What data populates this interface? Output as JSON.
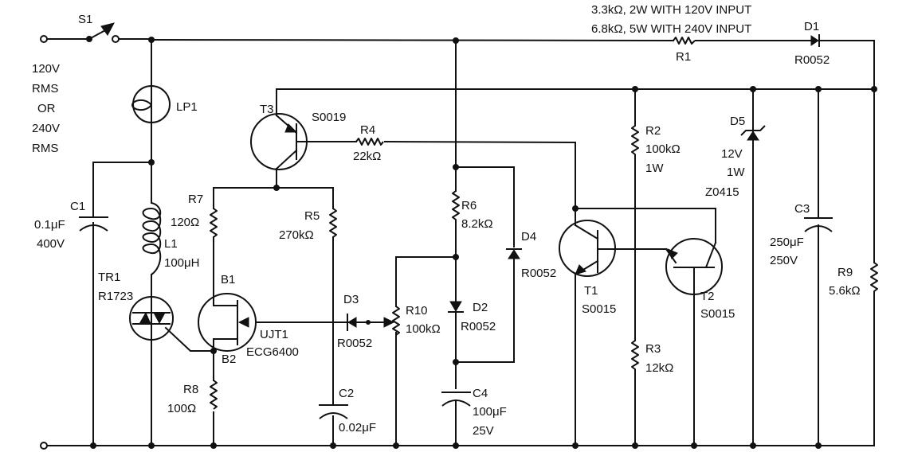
{
  "title": "Triac lamp flasher / switch circuit schematic",
  "input": {
    "line1": "120V",
    "line2": "RMS",
    "line3": "OR",
    "line4": "240V",
    "line5": "RMS"
  },
  "r1_note": {
    "line1": "3.3kΩ, 2W WITH 120V INPUT",
    "line2": "6.8kΩ, 5W WITH 240V INPUT"
  },
  "components": {
    "S1": {
      "ref": "S1"
    },
    "LP1": {
      "ref": "LP1"
    },
    "C1": {
      "ref": "C1",
      "value": "0.1μF",
      "rating": "400V"
    },
    "L1": {
      "ref": "L1",
      "value": "100μH"
    },
    "TR1": {
      "ref": "TR1",
      "part": "R1723"
    },
    "R1": {
      "ref": "R1"
    },
    "D1": {
      "ref": "D1",
      "part": "R0052"
    },
    "T3": {
      "ref": "T3",
      "part": "S0019"
    },
    "R4": {
      "ref": "R4",
      "value": "22kΩ"
    },
    "R7": {
      "ref": "R7",
      "value": "120Ω"
    },
    "R5": {
      "ref": "R5",
      "value": "270kΩ"
    },
    "UJT1": {
      "ref": "UJT1",
      "part": "ECG6400",
      "b1": "B1",
      "b2": "B2"
    },
    "R8": {
      "ref": "R8",
      "value": "100Ω"
    },
    "C2": {
      "ref": "C2",
      "value": "0.02μF"
    },
    "D3": {
      "ref": "D3",
      "part": "R0052"
    },
    "R10": {
      "ref": "R10",
      "value": "100kΩ"
    },
    "R6": {
      "ref": "R6",
      "value": "8.2kΩ"
    },
    "D2": {
      "ref": "D2",
      "part": "R0052"
    },
    "D4": {
      "ref": "D4",
      "part": "R0052"
    },
    "C4": {
      "ref": "C4",
      "value": "100μF",
      "rating": "25V"
    },
    "T1": {
      "ref": "T1",
      "part": "S0015"
    },
    "T2": {
      "ref": "T2",
      "part": "S0015"
    },
    "R2": {
      "ref": "R2",
      "value": "100kΩ",
      "rating": "1W"
    },
    "R3": {
      "ref": "R3",
      "value": "12kΩ"
    },
    "D5": {
      "ref": "D5",
      "value": "12V",
      "rating": "1W",
      "part": "Z0415"
    },
    "C3": {
      "ref": "C3",
      "value": "250μF",
      "rating": "250V"
    },
    "R9": {
      "ref": "R9",
      "value": "5.6kΩ"
    }
  }
}
